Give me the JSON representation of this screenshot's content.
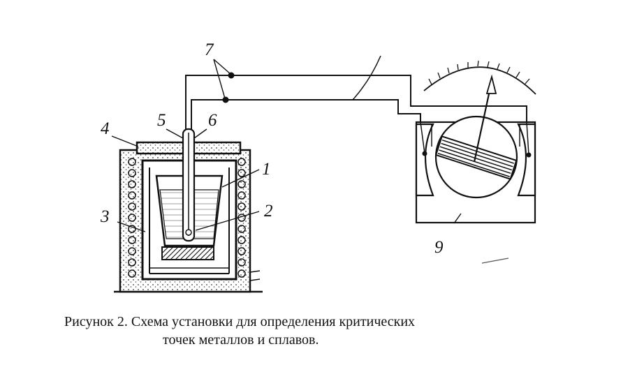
{
  "labels": {
    "n1": "1",
    "n2": "2",
    "n3": "3",
    "n4": "4",
    "n5": "5",
    "n6": "6",
    "n7": "7",
    "n9": "9"
  },
  "caption": {
    "line1": "Рисунок 2. Схема   установки для определения  критических",
    "line2": "точек металлов и сплавов."
  }
}
